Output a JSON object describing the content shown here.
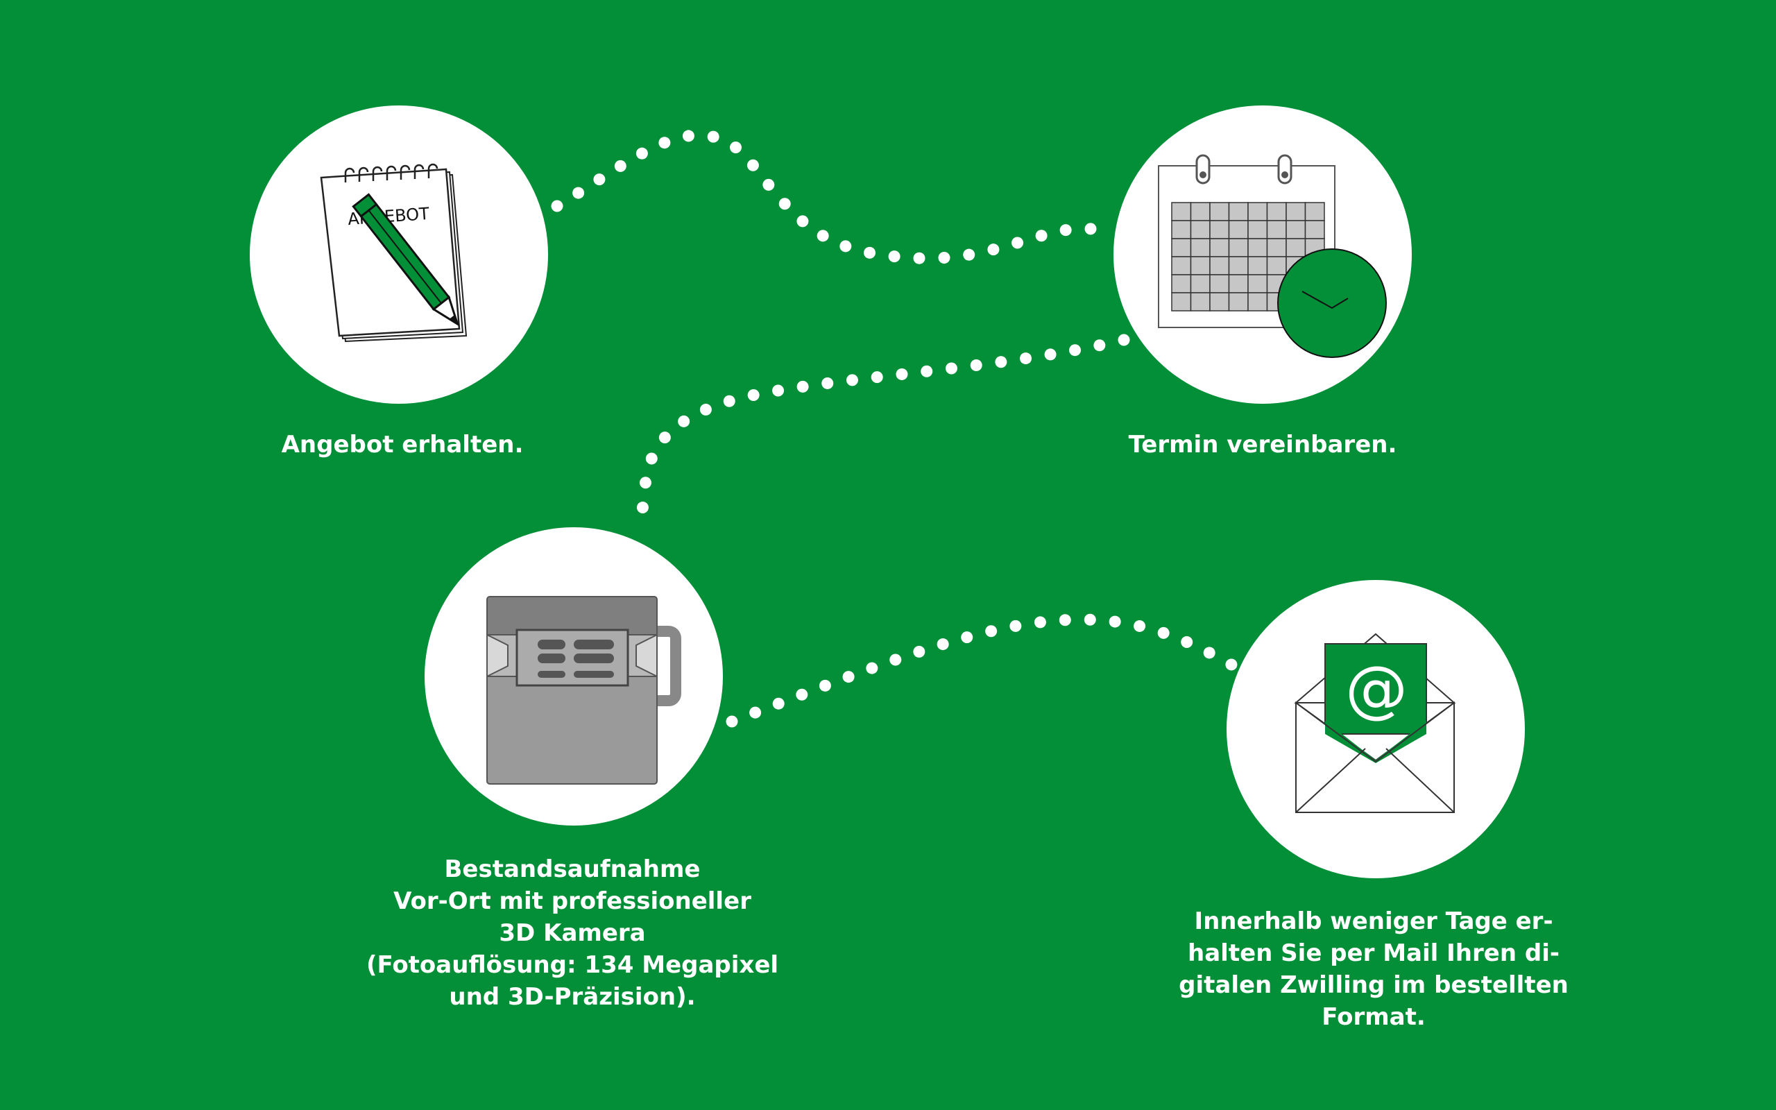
{
  "colors": {
    "background": "#028f37",
    "circle": "#ffffff",
    "accent": "#028f37",
    "dots": "#ffffff"
  },
  "steps": [
    {
      "icon": "notepad-pencil-icon",
      "icon_text": "ANGEBOT",
      "label_lines": [
        "Angebot erhalten."
      ]
    },
    {
      "icon": "calendar-clock-icon",
      "label_lines": [
        "Termin vereinbaren."
      ]
    },
    {
      "icon": "3d-camera-icon",
      "label_lines": [
        "Bestandsaufnahme",
        "Vor-Ort mit professioneller",
        "3D Kamera",
        "(Fotoauflösung: 134 Megapixel",
        "und 3D-Präzision)."
      ]
    },
    {
      "icon": "email-envelope-icon",
      "icon_text": "@",
      "label_lines": [
        "Innerhalb weniger Tage er-",
        "halten Sie per Mail Ihren di-",
        "gitalen Zwilling im bestellten",
        "Format."
      ]
    }
  ]
}
